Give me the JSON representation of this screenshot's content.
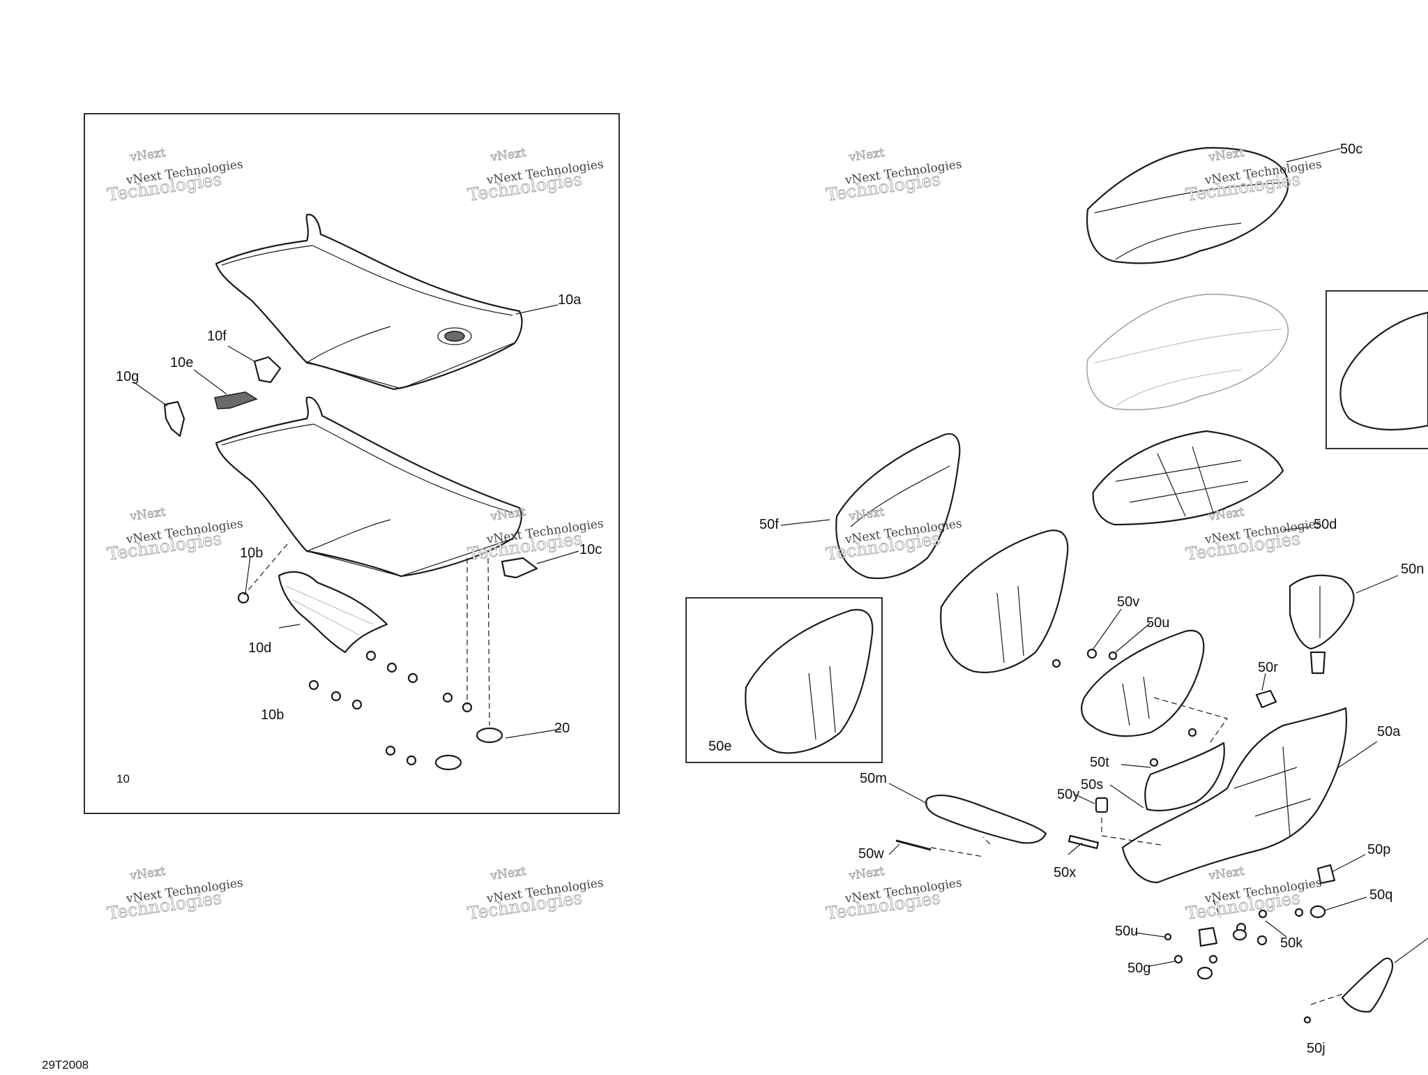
{
  "drawing_number": "29T2008",
  "group_label": "10",
  "watermark": {
    "top": "vNext",
    "middle": "vNext Technologies",
    "bottom": "Technologies"
  },
  "callouts": {
    "c10a": "10a",
    "c10f": "10f",
    "c10e": "10e",
    "c10g": "10g",
    "c10b_top": "10b",
    "c10c": "10c",
    "c10d": "10d",
    "c10b_bottom": "10b",
    "c20": "20",
    "c50c": "50c",
    "c50f": "50f",
    "c50d": "50d",
    "c50n": "50n",
    "c50v": "50v",
    "c50u_top": "50u",
    "c50e": "50e",
    "c50r": "50r",
    "c50a": "50a",
    "c50t": "50t",
    "c50s": "50s",
    "c50m": "50m",
    "c50y": "50y",
    "c50w": "50w",
    "c50x": "50x",
    "c50p": "50p",
    "c50q": "50q",
    "c50u_bottom": "50u",
    "c50k": "50k",
    "c50g": "50g",
    "c50j": "50j"
  }
}
